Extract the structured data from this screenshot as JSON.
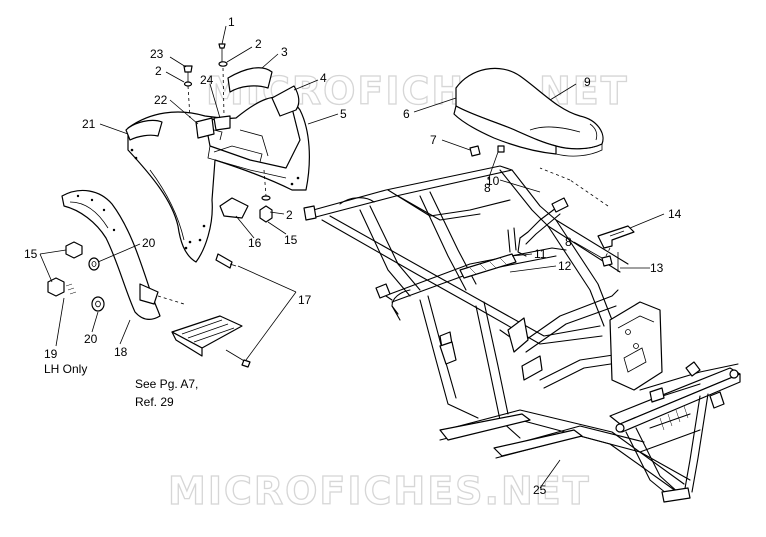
{
  "watermark": {
    "top": "MICROFICHES.NET",
    "bottom": "MICROFICHES.NET"
  },
  "callouts": [
    {
      "id": "c1",
      "text": "1"
    },
    {
      "id": "c2a",
      "text": "2"
    },
    {
      "id": "c3",
      "text": "3"
    },
    {
      "id": "c23",
      "text": "23"
    },
    {
      "id": "c2b",
      "text": "2"
    },
    {
      "id": "c24",
      "text": "24"
    },
    {
      "id": "c4",
      "text": "4"
    },
    {
      "id": "c22",
      "text": "22"
    },
    {
      "id": "c5",
      "text": "5"
    },
    {
      "id": "c21",
      "text": "21"
    },
    {
      "id": "c2c",
      "text": "2"
    },
    {
      "id": "c16",
      "text": "16"
    },
    {
      "id": "c15a",
      "text": "15"
    },
    {
      "id": "c20a",
      "text": "20"
    },
    {
      "id": "c15b",
      "text": "15"
    },
    {
      "id": "c17",
      "text": "17"
    },
    {
      "id": "c20b",
      "text": "20"
    },
    {
      "id": "c19",
      "text": "19"
    },
    {
      "id": "c18",
      "text": "18"
    },
    {
      "id": "c9",
      "text": "9"
    },
    {
      "id": "c6",
      "text": "6"
    },
    {
      "id": "c7",
      "text": "7"
    },
    {
      "id": "c8a",
      "text": "8"
    },
    {
      "id": "c10",
      "text": "10"
    },
    {
      "id": "c14",
      "text": "14"
    },
    {
      "id": "c8b",
      "text": "8"
    },
    {
      "id": "c13",
      "text": "13"
    },
    {
      "id": "c11",
      "text": "11"
    },
    {
      "id": "c12",
      "text": "12"
    },
    {
      "id": "c25",
      "text": "25"
    }
  ],
  "notes": {
    "lh_only": "LH Only",
    "see_page_line1": "See Pg. A7,",
    "see_page_line2": "Ref. 29"
  }
}
